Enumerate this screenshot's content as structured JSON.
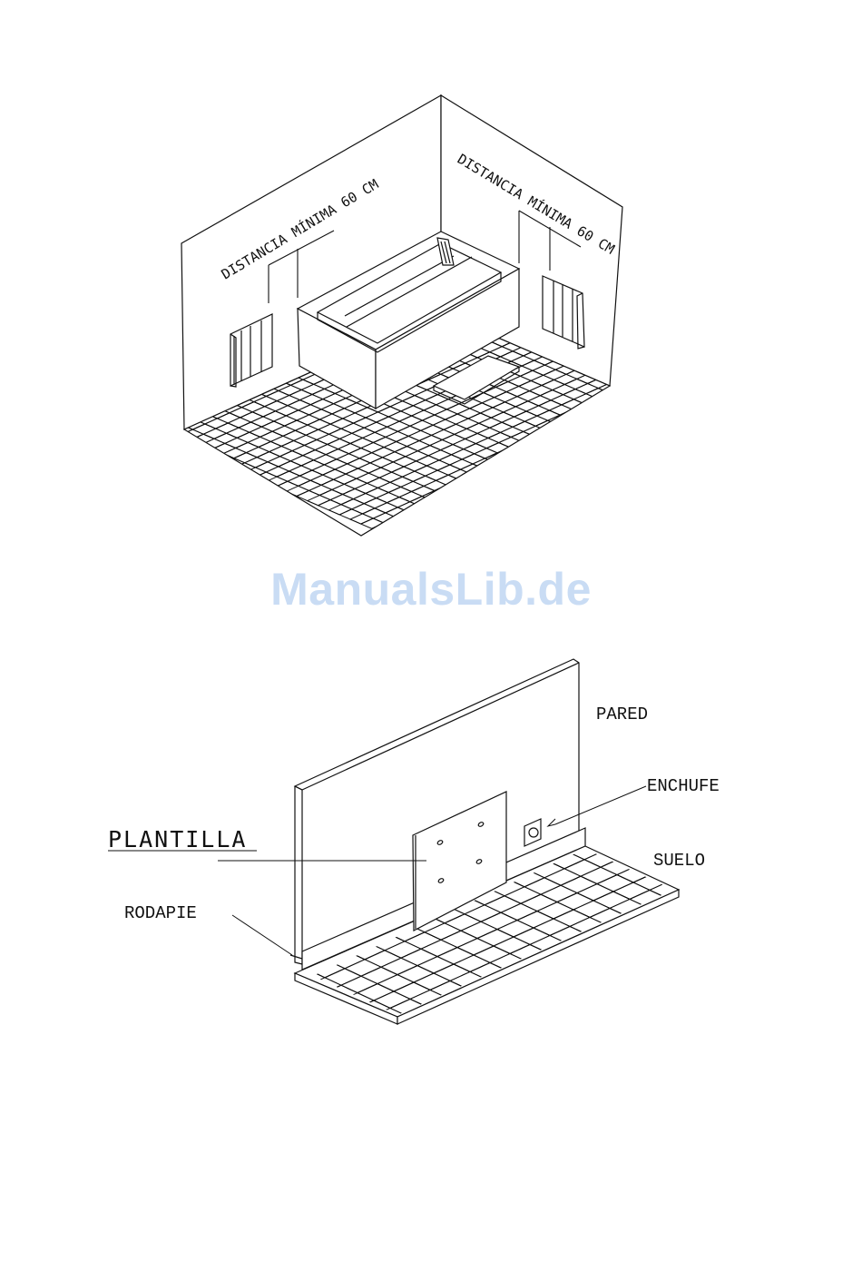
{
  "top_diagram": {
    "left_wall_label": "DISTANCIA MÍNIMA 60 CM",
    "right_wall_label": "DISTANCIA MÍNIMA 60 CM"
  },
  "watermark": "ManualsLib.de",
  "bottom_diagram": {
    "wall_label": "PARED",
    "socket_label": "ENCHUFE",
    "floor_label": "SUELO",
    "template_label": "PLANTILLA",
    "skirting_label": "RODAPIE"
  }
}
